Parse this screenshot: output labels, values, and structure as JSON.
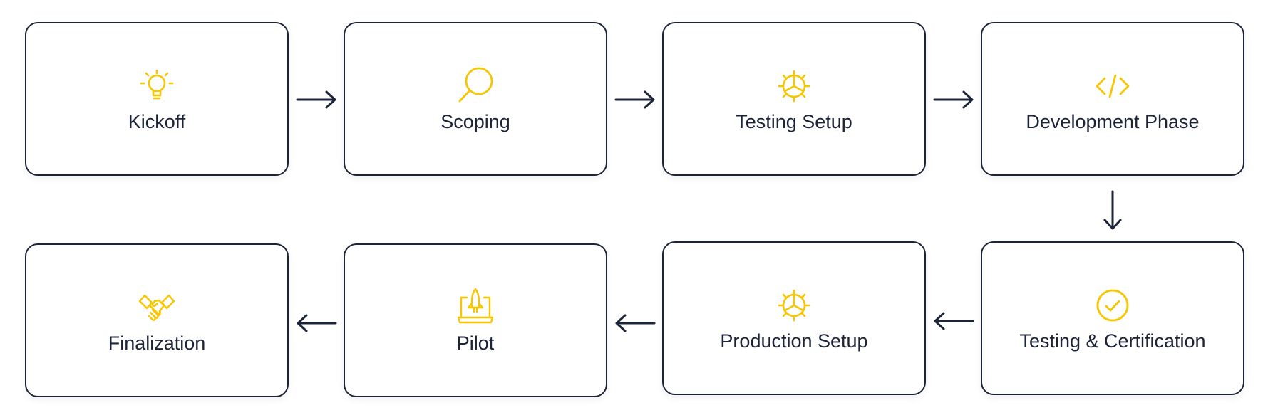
{
  "accent_color": "#f7c600",
  "ink_color": "#1b2438",
  "steps": [
    {
      "label": "Kickoff",
      "icon": "lightbulb-icon"
    },
    {
      "label": "Scoping",
      "icon": "magnifier-icon"
    },
    {
      "label": "Testing Setup",
      "icon": "gear-icon"
    },
    {
      "label": "Development Phase",
      "icon": "code-icon"
    },
    {
      "label": "Testing & Certification",
      "icon": "check-circle-icon"
    },
    {
      "label": "Production Setup",
      "icon": "gear-icon"
    },
    {
      "label": "Pilot",
      "icon": "rocket-launch-icon"
    },
    {
      "label": "Finalization",
      "icon": "handshake-icon"
    }
  ],
  "flow": [
    {
      "from": "Kickoff",
      "to": "Scoping"
    },
    {
      "from": "Scoping",
      "to": "Testing Setup"
    },
    {
      "from": "Testing Setup",
      "to": "Development Phase"
    },
    {
      "from": "Development Phase",
      "to": "Testing & Certification"
    },
    {
      "from": "Testing & Certification",
      "to": "Production Setup"
    },
    {
      "from": "Production Setup",
      "to": "Pilot"
    },
    {
      "from": "Pilot",
      "to": "Finalization"
    }
  ]
}
